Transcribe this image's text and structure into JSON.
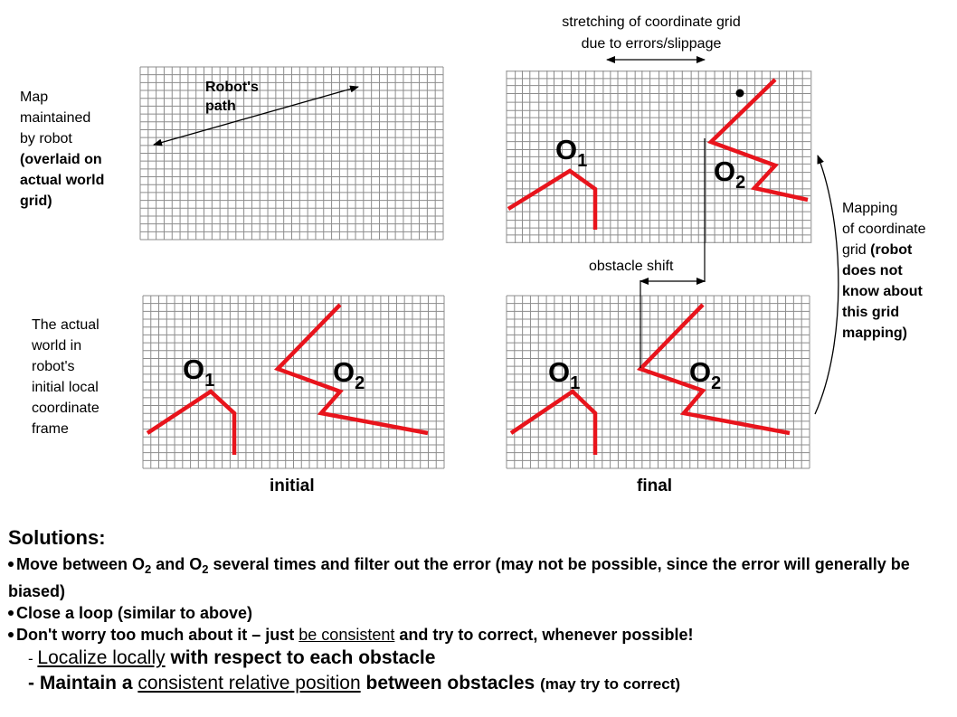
{
  "labels": {
    "map_label_lines": [
      "Map",
      "maintained",
      "by robot"
    ],
    "map_label_bold_lines": [
      "(overlaid on",
      "actual world",
      "grid)"
    ],
    "robots_path": [
      "Robot's",
      "path"
    ],
    "stretching": [
      "stretching of coordinate grid",
      "due to errors/slippage"
    ],
    "mapping_lines": [
      "Mapping",
      "of coordinate",
      "grid"
    ],
    "mapping_bold_lines": [
      "(robot",
      "does not",
      "know about",
      "this grid",
      "mapping)"
    ],
    "obstacle_shift": "obstacle shift",
    "actual_world_lines": [
      "The actual",
      "world in",
      "robot's",
      "initial local",
      "coordinate",
      "frame"
    ],
    "caption_initial": "initial",
    "caption_final": "final",
    "obstacle_letter": "O",
    "sub_1": "1",
    "sub_2": "2"
  },
  "solutions": {
    "title": "Solutions:",
    "b1_a": "Move between O",
    "b1_sub1": "2",
    "b1_b": " and O",
    "b1_sub2": "2",
    "b1_c": " several times and filter out the error (may not be possible, since the error will generally be biased)",
    "b2": "Close a loop (similar to above)",
    "b3_a": "Don't worry too much about it – just ",
    "b3_u": "be consistent",
    "b3_b": " and try to correct, whenever possible!",
    "s1_dash": "- ",
    "s1_u": "Localize locally",
    "s1_b": " with respect to each obstacle",
    "s2_dash": "- Maintain a ",
    "s2_u": "consistent relative position",
    "s2_b": " between obstacles ",
    "s2_small": "(may try to correct)"
  },
  "colors": {
    "obstacle": "#e8141c",
    "grid": "#8c8c8c"
  }
}
